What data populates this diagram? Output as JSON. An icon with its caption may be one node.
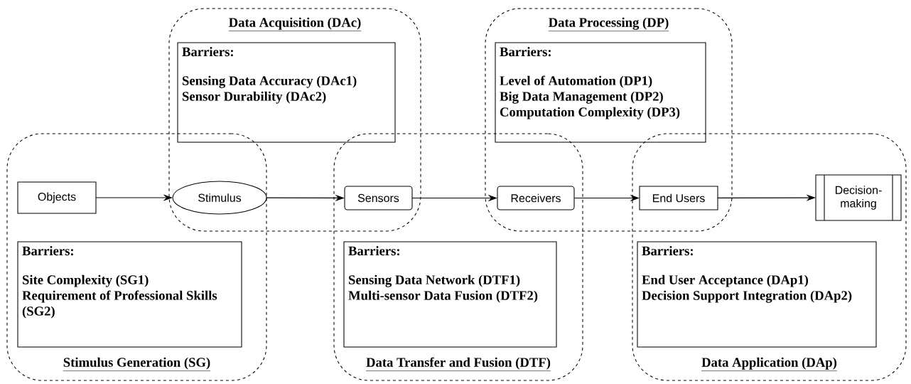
{
  "diagram": {
    "nodes": [
      {
        "text": [
          "Data Acquisition (DAc)"
        ]
      },
      {
        "text": [
          "Barriers:",
          "Sensing Data Accuracy (DAc1)",
          "Sensor Durability (DAc2)"
        ],
        "in": 0
      },
      {
        "text": [
          "Data Processing (DP)"
        ]
      },
      {
        "text": [
          "Barriers:",
          "Level of Automation (DP1)",
          "Big Data Management (DP2)",
          "Computation Complexity (DP3)"
        ],
        "in": 2
      },
      {
        "text": [
          "Stimulus Generation (SG)"
        ]
      },
      {
        "text": [
          "Objects"
        ],
        "in": 4
      },
      {
        "text": [
          "Stimulus"
        ]
      },
      {
        "text": [
          "Data Transfer and Fusion (DTF)"
        ]
      },
      {
        "text": [
          "Sensors"
        ]
      },
      {
        "text": [
          "Receivers"
        ]
      },
      {
        "text": [
          "Data Application (DAp)"
        ]
      },
      {
        "text": [
          "End Users"
        ]
      },
      {
        "text": [
          "Decision-making"
        ],
        "in": 10
      },
      {
        "text": [
          "Barriers:",
          "Site Complexity (SG1)",
          "Requirement of Professional Skills (SG2)"
        ],
        "in": 4
      },
      {
        "text": [
          "Barriers:",
          "Sensing Data Network (DTF1)",
          "Multi-sensor Data Fusion (DTF2)"
        ],
        "in": 7
      },
      {
        "text": [
          "Barriers:",
          "End User Acceptance (DAp1)",
          "Decision Support Integration (DAp2)"
        ],
        "in": 10
      }
    ],
    "edges": [
      {
        "from": 5,
        "to": 6,
        "arrow": "to"
      },
      {
        "from": 6,
        "to": 8,
        "arrow": "to"
      },
      {
        "from": 8,
        "to": 9,
        "arrow": "to"
      },
      {
        "from": 9,
        "to": 11,
        "arrow": "to"
      },
      {
        "from": 11,
        "to": 12,
        "arrow": "to"
      }
    ]
  }
}
